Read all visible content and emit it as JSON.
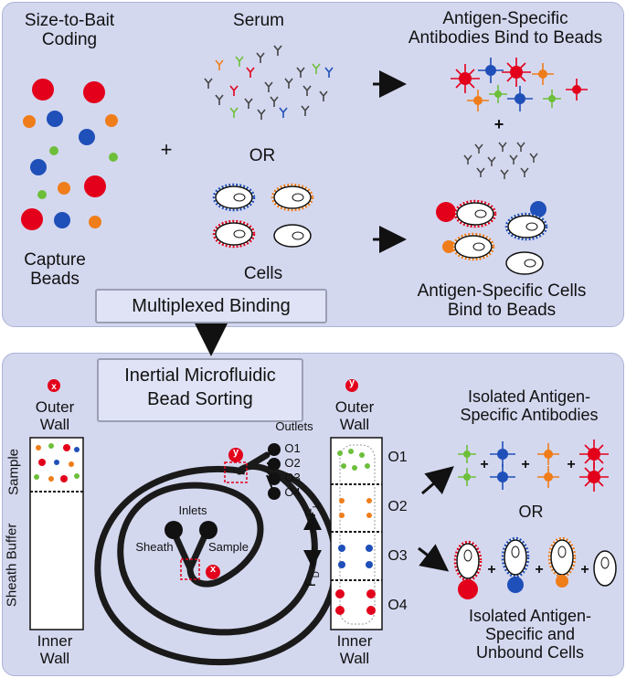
{
  "top_panel": {
    "size_to_bait": "Size-to-Bait\nCoding",
    "serum": "Serum",
    "antibodies_bind": "Antigen-Specific\nAntibodies Bind to Beads",
    "plus": "+",
    "or": "OR",
    "capture_beads": "Capture\nBeads",
    "cells": "Cells",
    "cells_bind": "Antigen-Specific Cells\nBind to Beads",
    "multiplexed": "Multiplexed Binding"
  },
  "bottom_panel": {
    "sorting": "Inertial Microfluidic\nBead Sorting",
    "outer_wall": "Outer\nWall",
    "inner_wall": "Inner\nWall",
    "sample": "Sample",
    "sheath_buffer": "Sheath Buffer",
    "outlets_title": "Outlets",
    "outlets": [
      "O1",
      "O2",
      "O3",
      "O4"
    ],
    "inlets": "Inlets",
    "sheath": "Sheath",
    "inlet_sample": "Sample",
    "x_marker": "x",
    "y_marker": "y",
    "fl": "F",
    "fl_sub": "L",
    "fd": "F",
    "fd_sub": "D",
    "isolated_antibodies": "Isolated Antigen-\nSpecific Antibodies",
    "or": "OR",
    "isolated_cells": "Isolated Antigen-\nSpecific and\nUnbound Cells"
  },
  "colors": {
    "panel_bg": "#d4d8ef",
    "red": "#e3001b",
    "blue": "#1f4fb8",
    "orange": "#ef7d1a",
    "green": "#6dbf3a",
    "channel": "#1a1a1a"
  }
}
